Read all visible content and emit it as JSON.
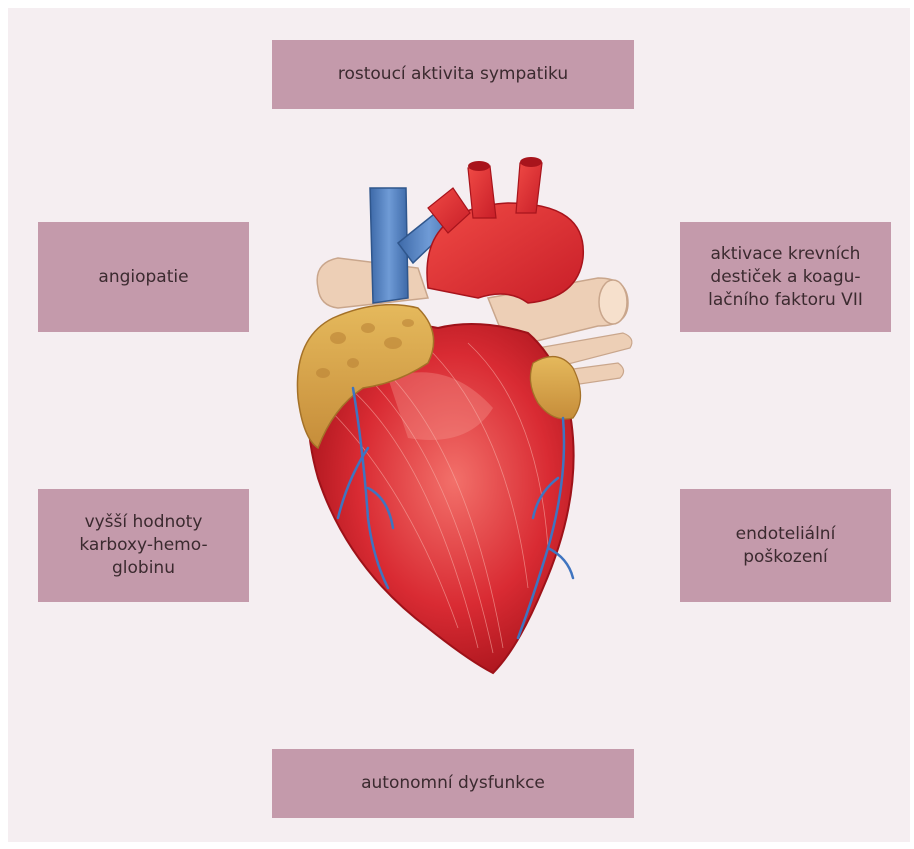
{
  "boxes": {
    "top": "rostoucí aktivita sympatiku",
    "left_upper": "angiopatie",
    "right_upper": "aktivace krevních\ndestiček a koagu-\nlačního faktoru VII",
    "left_lower": "vyšší hodnoty\nkarboxy-hemo-\nglobinu",
    "right_lower": "endoteliální\npoškození",
    "bottom": "autonomní dysfunkce"
  },
  "colors": {
    "background": "#f5eef1",
    "box": "#c49aab",
    "heart_red": "#d92b33",
    "vein_blue": "#4a78b8",
    "fat_yellow": "#d9a94a",
    "aorta_beige": "#edcfb6"
  }
}
